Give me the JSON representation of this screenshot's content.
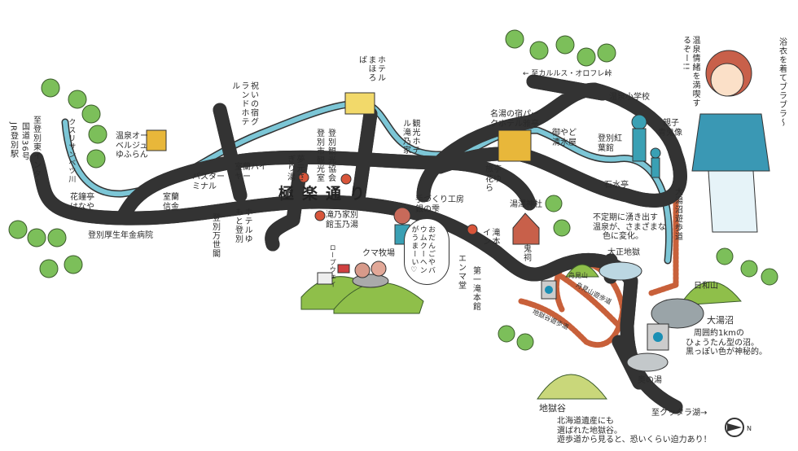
{
  "title": "極楽通り",
  "labels": {
    "to_interchange": "至登別東インター",
    "route36": "国道36号",
    "jr_station": "JR登別駅",
    "river": "クスリサンベツ川",
    "yufuran": "温泉オーベルジュゆふらん",
    "grand_hotel": "祝いの宿グランドホテル",
    "muroran_hire": "室蘭ハイヤー",
    "bus_terminal": "バスターミナル",
    "muroran_shinkin": "室蘭信金",
    "hanaya": "花鐘亭はなや",
    "hospital": "登別厚生年金病院",
    "manseikaku": "登別万世閣",
    "yumoto": "ホテルゆもと登別",
    "mahoroba": "ホテルまほろば",
    "kanko_kyokai": "登別観光協会",
    "kanko_shitsu": "登別市観光室",
    "sagiriyu": "夢元さぎり湯",
    "takinoya": "観光ホテル滝乃家",
    "park_hotel": "名湯の宿パークホテル雅亭",
    "hanayura": "旅亭花ゆら",
    "gin_no_shizuku": "手づくり工房 銀の雫",
    "tamanoyu": "滝乃家別館玉乃湯",
    "shrine": "湯澤神社",
    "takimoto_inn": "滝本イン",
    "bear_park": "クマ牧場",
    "ropeway": "ロープウェイ",
    "speech": "おだんごやバウムクーヘンがうまーい♡",
    "enmado": "エンマ堂",
    "daiichi": "第一滝本館",
    "oni_hokora": "鬼祠",
    "funamiyama": "舟見山",
    "funamiyama_trail": "舟見山遊歩道",
    "jigokudani_trail": "地獄谷遊歩道",
    "taisho_jigoku": "大正地獄",
    "taisho_note": [
      "不定期に湧き出す",
      "温泉が、さまざまな",
      "色に変化。"
    ],
    "oyunuma_trail": "大湯沼遊歩道",
    "hiyoriyama": "日和山",
    "oyunuma": "大湯沼",
    "oyunuma_note": [
      "周囲約1kmの",
      "ひょうたん型の沼。",
      "黒っぽい色が神秘的。"
    ],
    "okunoyu": "奥の湯",
    "to_kuttara": "至クッタラ湖→",
    "jigokudani": "地獄谷",
    "jigokudani_note": [
      "北海道遺産にも",
      "選ばれた地獄谷。",
      "遊歩道から見ると、恐いくらい迫力あり！"
    ],
    "to_karurusu": "← 至カルルス・オロフレ峠",
    "school": "温泉小学校",
    "oni_statue": [
      "親子",
      "青鬼像"
    ],
    "shimizuya": "御やど清水屋",
    "kouyoukan": "登別紅葉館",
    "sekisuitei": "石水亭",
    "girl_shout": "温泉情緒を満喫するぞー!!",
    "girl_yukata": "浴衣を着てブラブラ〜",
    "north": "N"
  },
  "colors": {
    "road": "#f7e04a",
    "river": "#7cc6d6",
    "trail": "#c8603a",
    "tree": "#7cbf5a",
    "hill": "#8fbf4a"
  }
}
